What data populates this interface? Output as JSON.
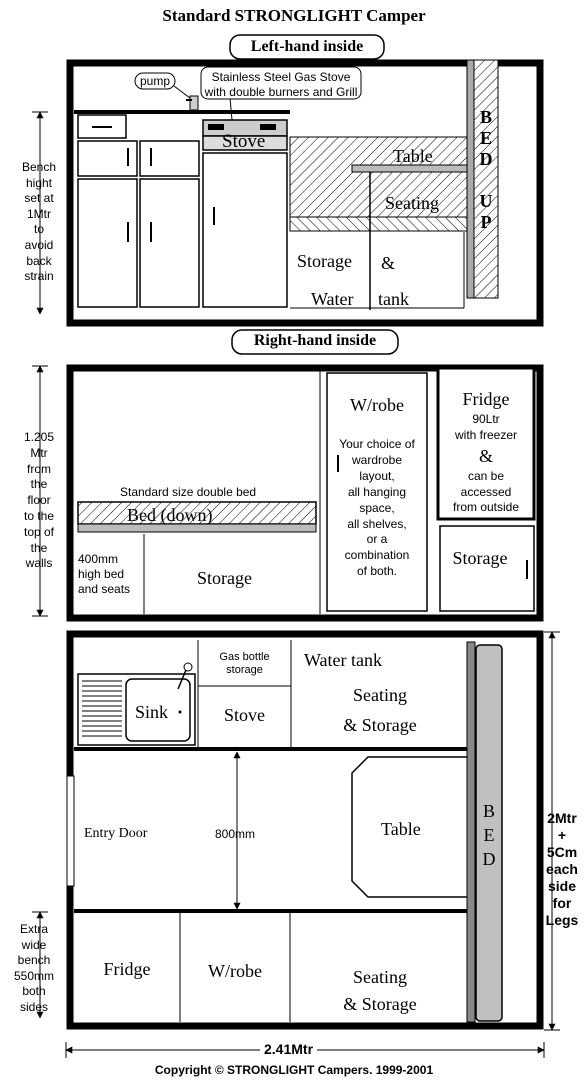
{
  "title": "Standard STRONGLIGHT Camper",
  "left_view": {
    "heading": "Left-hand inside",
    "pump": "pump",
    "stove_note": "Stainless Steel Gas Stove\nwith double burners and Grill",
    "stove": "Stove",
    "table": "Table",
    "seating": "Seating",
    "storage": "Storage",
    "amp": "&",
    "water": "Water",
    "tank": "tank",
    "bed_up": "B\nE\nD\n\nU\nP",
    "bench_note": "Bench\nhight\nset at\n1Mtr\nto\navoid\nback\nstrain"
  },
  "right_view": {
    "heading": "Right-hand inside",
    "height_note": "1.205\nMtr\nfrom\nthe\nfloor\nto the\ntop of\nthe\nwalls",
    "bed_note": "Standard size double bed",
    "bed_label": "Bed     (down)",
    "bed_height_note": "400mm\nhigh bed\nand seats",
    "storage_main": "Storage",
    "wrobe_title": "W/robe",
    "wrobe_text": "Your choice of\nwardrobe\nlayout,\nall hanging\nspace,\nall shelves,\nor a\ncombination\nof both.",
    "fridge_title": "Fridge",
    "fridge_text": "90Ltr\nwith freezer",
    "fridge_amp": "&",
    "fridge_access": "can be\naccessed\nfrom outside",
    "storage_right": "Storage"
  },
  "plan_view": {
    "gas_bottle": "Gas bottle\nstorage",
    "sink": "Sink",
    "stove": "Stove",
    "water_tank": "Water  tank",
    "seating_storage_top": "Seating\n& Storage",
    "table": "Table",
    "bed": "B\nE\nD",
    "entry_door": "Entry Door",
    "aisle_width": "800mm",
    "bench_note": "Extra\nwide\nbench\n550mm\nboth\nsides",
    "length_note": "2Mtr\n+\n5Cm\neach\nside\nfor\nLegs",
    "fridge": "Fridge",
    "wrobe": "W/robe",
    "seating_storage_bottom": "Seating\n& Storage",
    "width": "2.41Mtr"
  },
  "copyright": "Copyright © STRONGLIGHT Campers. 1999-2001"
}
